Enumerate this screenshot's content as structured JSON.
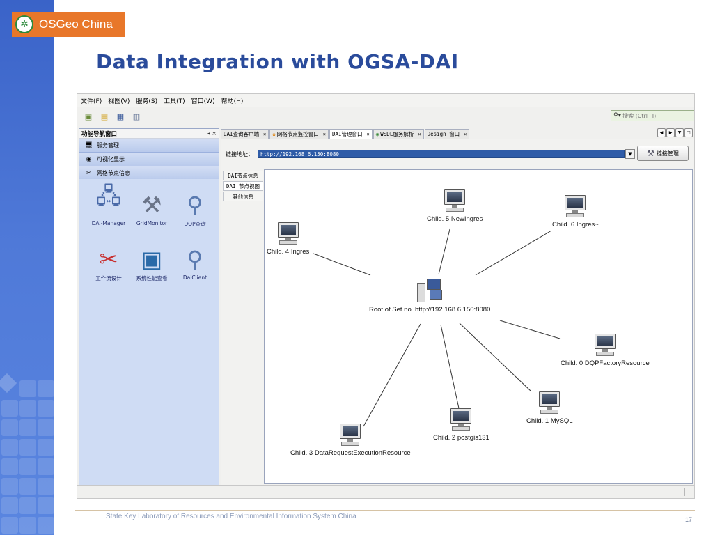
{
  "slide": {
    "logo_text": "OSGeo China",
    "title": "Data Integration with OGSA-DAI",
    "footer": "State Key Laboratory of Resources and Environmental Information System China",
    "page_number": "17"
  },
  "app": {
    "menu": [
      "文件(F)",
      "视图(V)",
      "服务(S)",
      "工具(T)",
      "窗口(W)",
      "帮助(H)"
    ],
    "search_placeholder": "搜索 (Ctrl+I)",
    "nav": {
      "title": "功能导航窗口",
      "controls": "◂ ×",
      "sections": [
        "服务管理",
        "可视化显示",
        "网格节点信息"
      ],
      "tools": [
        {
          "label": "DAI-Manager",
          "icon": "server-icon"
        },
        {
          "label": "GridMonitor",
          "icon": "tools-icon"
        },
        {
          "label": "DQP查询",
          "icon": "magnifier-icon"
        },
        {
          "label": "工作流设计",
          "icon": "scissors-icon"
        },
        {
          "label": "系统性能查看",
          "icon": "monitor-icon"
        },
        {
          "label": "DaiClient",
          "icon": "magnifier-icon"
        }
      ]
    },
    "tabs": [
      {
        "label": "DAI查询客户端",
        "active": false
      },
      {
        "label": "网格节点监控窗口",
        "active": false
      },
      {
        "label": "DAI管理窗口",
        "active": true
      },
      {
        "label": "WSDL服务解析",
        "active": false
      },
      {
        "label": "Design 窗口",
        "active": false
      }
    ],
    "url_label": "链接地址：",
    "url_value": "http://192.168.6.150:8080",
    "link_button": "链接管理",
    "subtabs": [
      "DAI节点信息",
      "DAI 节点视图",
      "其他信息"
    ],
    "graph": {
      "root": "Root of Set no. http://192.168.6.150:8080",
      "children": [
        "Child. 0 DQPFactoryResource",
        "Child. 1 MySQL",
        "Child. 2 postgis131",
        "Child. 3 DataRequestExecutionResource",
        "Child. 4 Ingres",
        "Child. 5 NewIngres",
        "Child. 6 Ingres~"
      ]
    }
  }
}
